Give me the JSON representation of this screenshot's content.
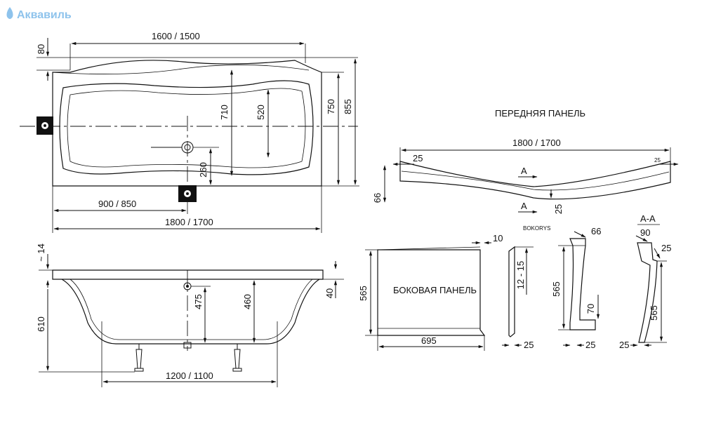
{
  "brand": {
    "name": "Аквавиль",
    "color": "#8ec3ec"
  },
  "labels": {
    "front_panel": "ПЕРЕДНЯЯ ПАНЕЛЬ",
    "side_panel": "БОКОВАЯ ПАНЕЛЬ",
    "bokorys": "BOKORYS",
    "section": "A-A",
    "section_mark": "A"
  },
  "top_view": {
    "dim_width_top": "1600 / 1500",
    "dim_80": "80",
    "dim_710": "710",
    "dim_520": "520",
    "dim_750": "750",
    "dim_855": "855",
    "dim_260": "260",
    "dim_900": "900 / 850",
    "dim_length": "1800 / 1700"
  },
  "front_panel_view": {
    "dim_length": "1800 / 1700",
    "dim_25_left": "25",
    "dim_25_right": "25",
    "dim_66": "66",
    "dim_25_bottom": "25"
  },
  "side_view": {
    "dim_14": "~ 14",
    "dim_610": "610",
    "dim_475": "475",
    "dim_460": "460",
    "dim_40": "40",
    "dim_legs": "1200 / 1100"
  },
  "side_panel_view": {
    "dim_565": "565",
    "dim_695": "695",
    "dim_10": "10",
    "dim_12_15": "12 - 15",
    "dim_25": "25"
  },
  "bokorys_view": {
    "dim_66": "66",
    "dim_565": "565",
    "dim_70": "70",
    "dim_25": "25"
  },
  "section_view": {
    "dim_90": "90",
    "dim_25_top": "25",
    "dim_565": "565",
    "dim_25_bottom": "25"
  }
}
